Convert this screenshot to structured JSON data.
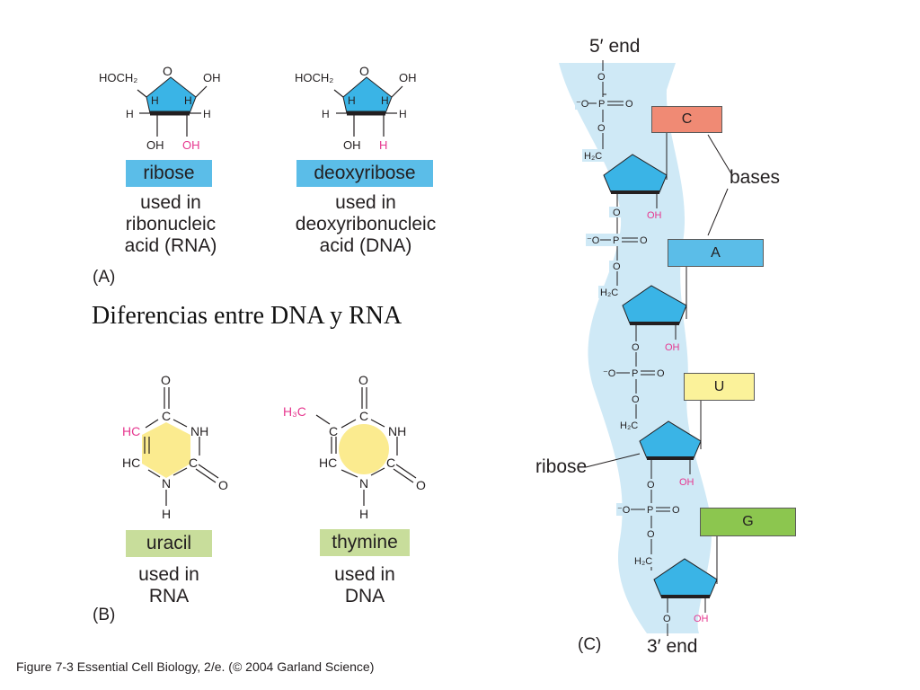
{
  "title": "Diferencias entre DNA y RNA",
  "footer": "Figure 7-3  Essential Cell Biology, 2/e. (© 2004 Garland Science)",
  "colors": {
    "sugar": "#3ab4e6",
    "base_ring": "#fbeb8f",
    "highlight": "#e6378f",
    "backbone": "#cfe9f6",
    "c_box": "#f08a74",
    "a_box": "#5bbde8",
    "u_box": "#fbf29a",
    "g_box": "#8cc64f"
  },
  "panel_a": {
    "letter": "(A)",
    "ribose": {
      "hoch2": "HOCH₂",
      "o": "O",
      "oh": "OH",
      "h": "H",
      "oh_bottom": "OH",
      "oh_pink": "OH",
      "name": "ribose",
      "caption": [
        "used in",
        "ribonucleic",
        "acid (RNA)"
      ]
    },
    "deoxyribose": {
      "hoch2": "HOCH₂",
      "o": "O",
      "oh": "OH",
      "h": "H",
      "oh_bottom": "OH",
      "h_pink": "H",
      "name": "deoxyribose",
      "caption": [
        "used in",
        "deoxyribonucleic",
        "acid (DNA)"
      ]
    }
  },
  "panel_b": {
    "letter": "(B)",
    "uracil": {
      "o": "O",
      "c": "C",
      "nh": "NH",
      "hc": "HC",
      "n": "N",
      "h": "H",
      "name": "uracil",
      "caption": [
        "used in",
        "RNA"
      ]
    },
    "thymine": {
      "h3c": "H₃C",
      "o": "O",
      "c": "C",
      "nh": "NH",
      "hc": "HC",
      "n": "N",
      "h": "H",
      "name": "thymine",
      "caption": [
        "used in",
        "DNA"
      ]
    }
  },
  "panel_c": {
    "letter": "(C)",
    "five_end": "5′ end",
    "three_end": "3′ end",
    "bases_label": "bases",
    "ribose_label": "ribose",
    "o": "O",
    "p": "P",
    "o_minus": "⁻O",
    "h2c": "H₂C",
    "oh": "OH",
    "bases": [
      "C",
      "A",
      "U",
      "G"
    ]
  }
}
